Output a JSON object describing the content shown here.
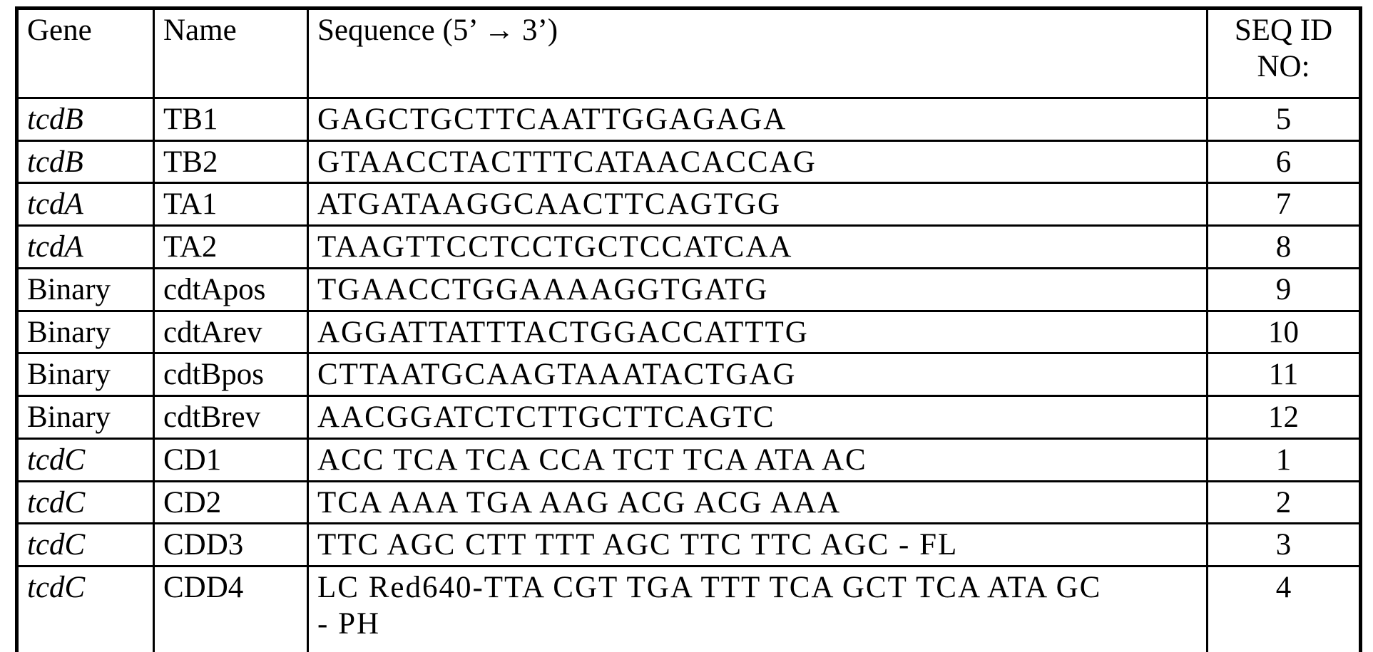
{
  "colors": {
    "background": "#ffffff",
    "border": "#000000",
    "text": "#000000"
  },
  "table": {
    "headers": {
      "gene": "Gene",
      "name": "Name",
      "sequence": "Sequence (5’ → 3’)",
      "seq_id_line1": "SEQ ID",
      "seq_id_line2": "NO:"
    },
    "rows": [
      {
        "gene": "tcdB",
        "name": "TB1",
        "seq_lines": [
          "GAGCTGCTTCAATTGGAGAGA"
        ],
        "seq_id": "5"
      },
      {
        "gene": "tcdB",
        "name": "TB2",
        "seq_lines": [
          "GTAACCTACTTTCATAACACCAG"
        ],
        "seq_id": "6"
      },
      {
        "gene": "tcdA",
        "name": "TA1",
        "seq_lines": [
          "ATGATAAGGCAACTTCAGTGG"
        ],
        "seq_id": "7"
      },
      {
        "gene": "tcdA",
        "name": "TA2",
        "seq_lines": [
          "TAAGTTCCTCCTGCTCCATCAA"
        ],
        "seq_id": "8"
      },
      {
        "gene": "Binary",
        "name": "cdtApos",
        "seq_lines": [
          "TGAACCTGGAAAAGGTGATG"
        ],
        "seq_id": "9"
      },
      {
        "gene": "Binary",
        "name": "cdtArev",
        "seq_lines": [
          "AGGATTATTTACTGGACCATTTG"
        ],
        "seq_id": "10"
      },
      {
        "gene": "Binary",
        "name": "cdtBpos",
        "seq_lines": [
          "CTTAATGCAAGTAAATACTGAG"
        ],
        "seq_id": "11"
      },
      {
        "gene": "Binary",
        "name": "cdtBrev",
        "seq_lines": [
          "AACGGATCTCTTGCTTCAGTC"
        ],
        "seq_id": "12"
      },
      {
        "gene": "tcdC",
        "name": "CD1",
        "seq_lines": [
          "ACC TCA TCA CCA TCT TCA ATA AC"
        ],
        "seq_id": "1"
      },
      {
        "gene": "tcdC",
        "name": "CD2",
        "seq_lines": [
          "TCA AAA TGA AAG ACG ACG AAA"
        ],
        "seq_id": "2"
      },
      {
        "gene": "tcdC",
        "name": "CDD3",
        "seq_lines": [
          "TTC AGC CTT TTT AGC TTC TTC AGC - FL"
        ],
        "seq_id": "3"
      },
      {
        "gene": "tcdC",
        "name": "CDD4",
        "seq_lines": [
          "LC Red640-TTA CGT TGA TTT TCA GCT TCA ATA GC",
          "- PH"
        ],
        "seq_id": "4"
      }
    ]
  }
}
